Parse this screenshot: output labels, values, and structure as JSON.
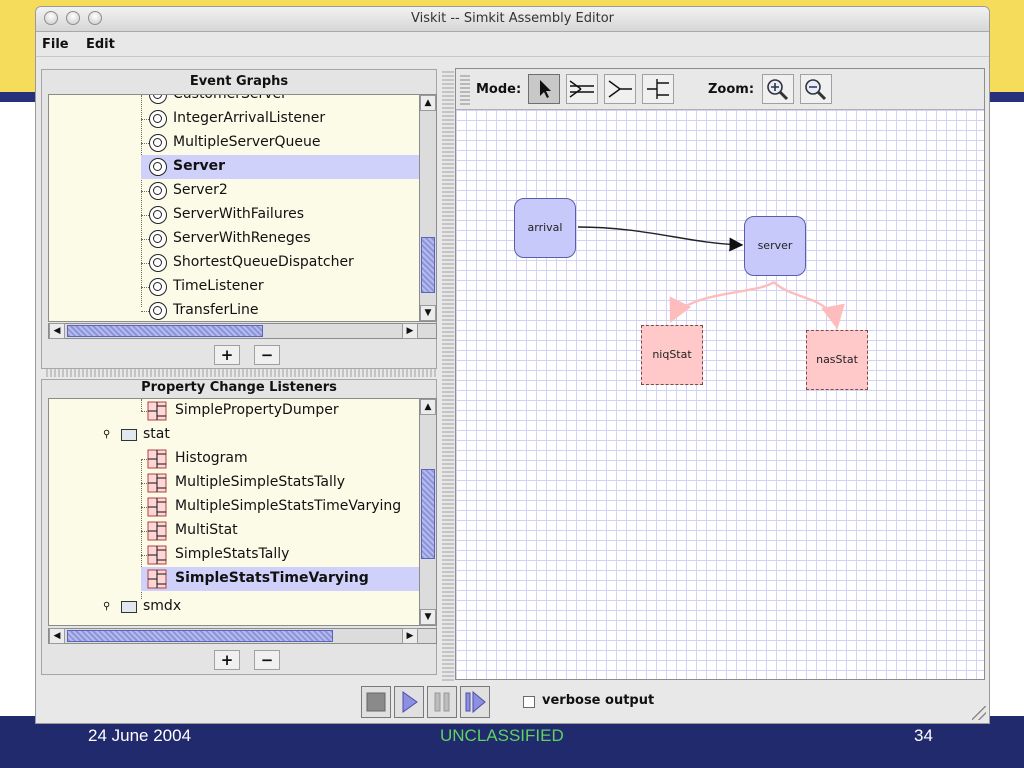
{
  "slide": {
    "footer_date": "24 June 2004",
    "footer_classification": "UNCLASSIFIED",
    "footer_page": "34"
  },
  "window": {
    "title": "Viskit -- Simkit Assembly Editor"
  },
  "menubar": {
    "file": "File",
    "edit": "Edit"
  },
  "event_graphs": {
    "title": "Event Graphs",
    "partial_item": "CustomerServer",
    "items": [
      "IntegerArrivalListener",
      "MultipleServerQueue",
      "Server",
      "Server2",
      "ServerWithFailures",
      "ServerWithReneges",
      "ShortestQueueDispatcher",
      "TimeListener",
      "TransferLine"
    ],
    "selected": "Server",
    "add_label": "+",
    "remove_label": "−"
  },
  "pcl": {
    "title": "Property Change Listeners",
    "item_top": "SimplePropertyDumper",
    "folder_stat": "stat",
    "stat_items": [
      "Histogram",
      "MultipleSimpleStatsTally",
      "MultipleSimpleStatsTimeVarying",
      "MultiStat",
      "SimpleStatsTally",
      "SimpleStatsTimeVarying"
    ],
    "selected": "SimpleStatsTimeVarying",
    "folder_smdx": "smdx",
    "add_label": "+",
    "remove_label": "−"
  },
  "toolbar": {
    "mode_label": "Mode:",
    "zoom_label": "Zoom:",
    "mode_buttons": [
      "select-arrow-icon",
      "adapter-icon",
      "sim-event-listener-icon",
      "property-change-listener-icon"
    ],
    "zoom_buttons": [
      "zoom-in-icon",
      "zoom-out-icon"
    ]
  },
  "canvas": {
    "nodes": {
      "arrival": "arrival",
      "server": "server",
      "niqstat": "niqStat",
      "nasstat": "nasStat"
    },
    "colors": {
      "event_graph_node": "#c8c9fb",
      "pcl_node": "#ffc9c9",
      "sim_event_edge": "#222222",
      "pcl_edge": "#ffbcbc",
      "grid": "#d3d3f5"
    }
  },
  "controls": {
    "verbose_label": "verbose output",
    "verbose_checked": false,
    "buttons": [
      "stop-icon",
      "play-icon",
      "pause-icon",
      "step-icon"
    ]
  }
}
